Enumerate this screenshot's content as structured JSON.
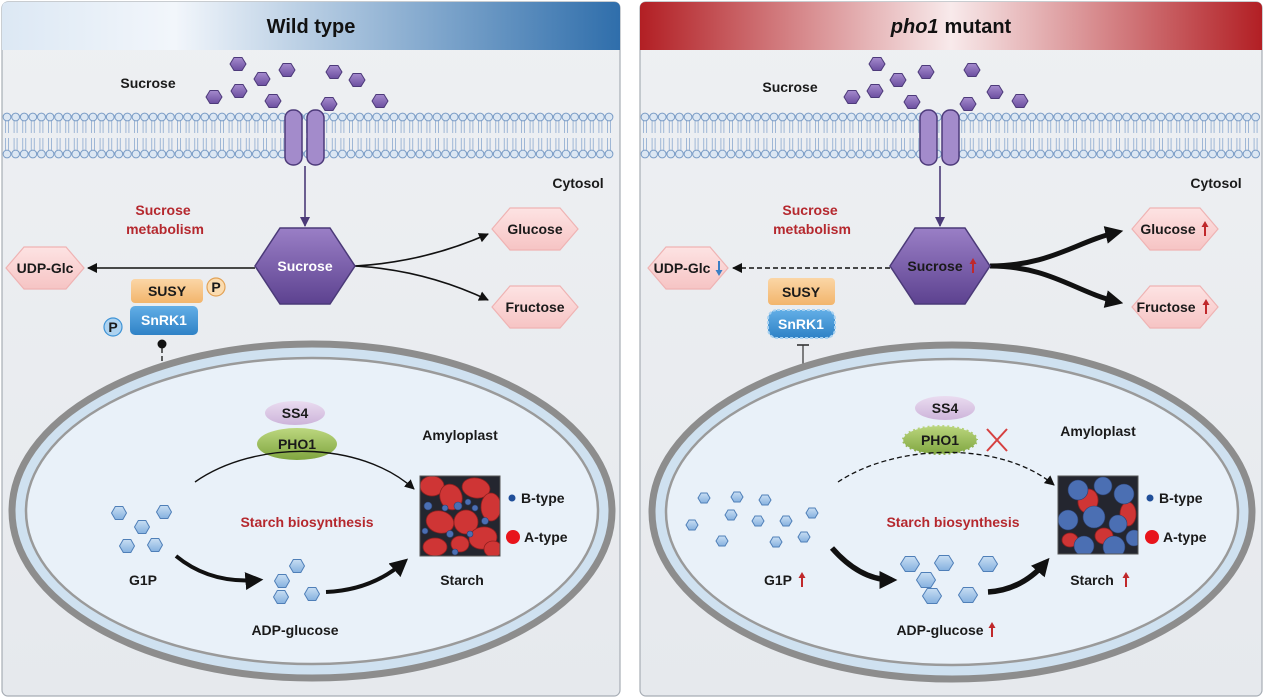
{
  "wild_type": {
    "title": "Wild type",
    "sucrose_label": "Sucrose",
    "cytosol_label": "Cytosol",
    "sucrose_metabolism_line1": "Sucrose",
    "sucrose_metabolism_line2": "metabolism",
    "sucrose_node": "Sucrose",
    "glucose": "Glucose",
    "fructose": "Fructose",
    "udp_glc": "UDP-Glc",
    "susy": "SUSY",
    "snrk1": "SnRK1",
    "phosphate": "P",
    "ss4": "SS4",
    "pho1": "PHO1",
    "amyloplast": "Amyloplast",
    "starch_biosynthesis": "Starch biosynthesis",
    "b_type": "B-type",
    "a_type": "A-type",
    "g1p": "G1P",
    "adp_glucose": "ADP-glucose",
    "starch": "Starch"
  },
  "pho1_mutant": {
    "title_gene": "pho1",
    "title_suffix": "mutant",
    "sucrose_label": "Sucrose",
    "cytosol_label": "Cytosol",
    "sucrose_metabolism_line1": "Sucrose",
    "sucrose_metabolism_line2": "metabolism",
    "sucrose_node": "Sucrose",
    "glucose": "Glucose",
    "fructose": "Fructose",
    "udp_glc": "UDP-Glc",
    "susy": "SUSY",
    "snrk1": "SnRK1",
    "ss4": "SS4",
    "pho1": "PHO1",
    "amyloplast": "Amyloplast",
    "starch_biosynthesis": "Starch biosynthesis",
    "b_type": "B-type",
    "a_type": "A-type",
    "g1p": "G1P",
    "adp_glucose": "ADP-glucose",
    "starch": "Starch"
  },
  "colors": {
    "wild_type_header": "#2f6eab",
    "mutant_header": "#b21f24",
    "increase_arrow": "#c0282b",
    "decrease_arrow": "#3b7fc4",
    "label_red": "#b5282e",
    "sucrose_purple": "#7a5aa8"
  }
}
